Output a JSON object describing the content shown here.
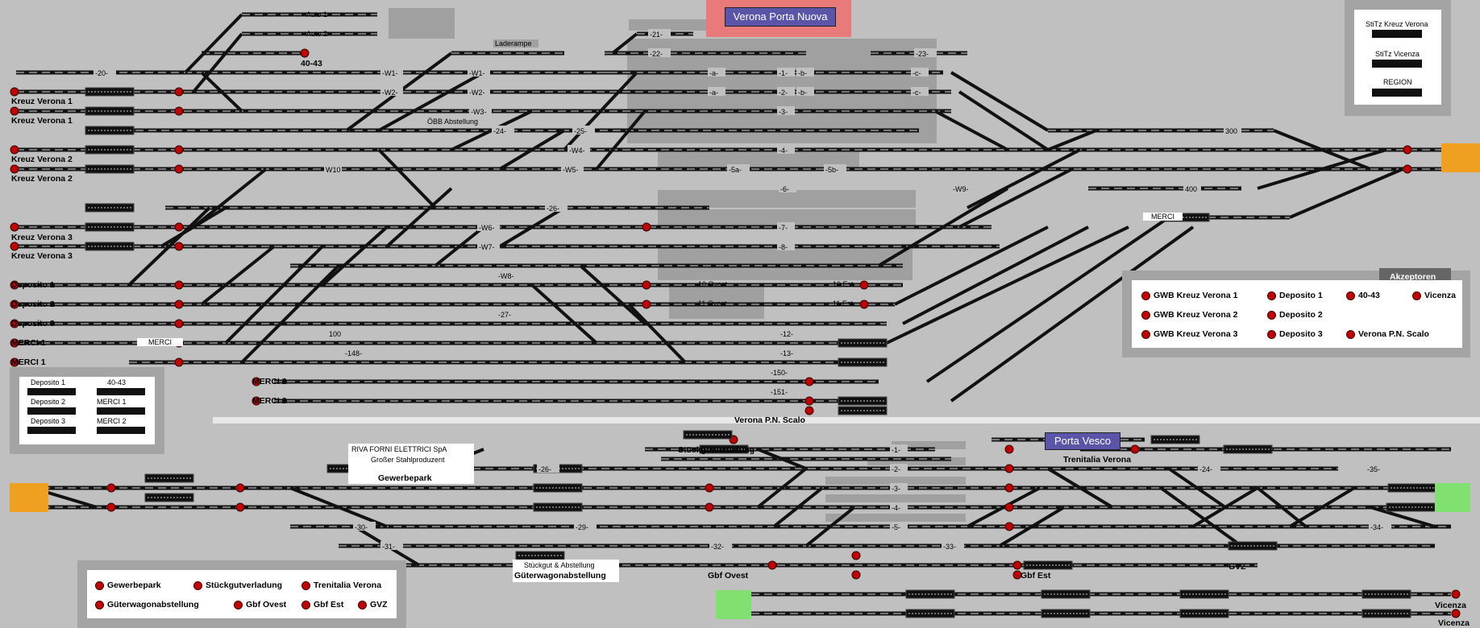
{
  "colors": {
    "background": "#c0c0c0",
    "track": "#111111",
    "signal": "#c00000",
    "station_title_bg": "#5a55a8",
    "station_title_border": "#e87a7a",
    "boundary_left": "#f0a020",
    "boundary_right": "#80e070",
    "panel": "#a4a4a4",
    "platform": "#a0a0a0"
  },
  "stations": {
    "main_title": "Verona Porta Nuova",
    "second_title": "Porta Vesco",
    "scalo_label": "Verona P.N. Scalo"
  },
  "side_labels_left": [
    "Kreuz Verona 1",
    "Kreuz Verona 1",
    "Kreuz Verona 2",
    "Kreuz Verona 2",
    "Kreuz Verona 3",
    "Kreuz Verona 3",
    "Deposito 1",
    "Deposito 2",
    "Deposito 3",
    "MERCI 1",
    "MERCI 1",
    "MERCI 2",
    "MERCI 2"
  ],
  "track_labels": {
    "auto1": "Auto 1",
    "auto2": "Auto 2",
    "t4043": "40-43",
    "laderampe": "Laderampe",
    "obb": "ÖBB Abstellung",
    "merci_inline": "MERCI",
    "merci_right": "MERCI",
    "riva_line1": "RIVA FORNI ELETTRICI SpA",
    "riva_line2": "Großer Stahlproduzent",
    "gewerbepark": "Gewerbepark",
    "stueckgut": "Stückgutverladung",
    "trenitalia": "Trenitalia Verona",
    "stueckgut_abst1": "Stückgut & Abstellung",
    "gueterwagon": "Güterwagonabstellung",
    "gbf_ovest": "Gbf Ovest",
    "gbf_est": "Gbf Est",
    "gvz": "GVZ",
    "vicenza1": "Vicenza",
    "vicenza2": "Vicenza",
    "ovest10": "10 Ovest",
    "est10": "10 Est",
    "ovest11": "11 Ovest",
    "est11": "11 Est"
  },
  "track_numbers_top": [
    "-20-",
    "-W1-",
    "-W1-",
    "-W2-",
    "-W2-",
    "-W3-",
    "-a-",
    "-1-",
    "-b-",
    "-c-",
    "-a-",
    "-2-",
    "-b-",
    "-c-",
    "-3-",
    "-21-",
    "-22-",
    "-23-",
    "-24-",
    "-25-",
    "-W4-",
    "-4-",
    "-W5-",
    "-5a-",
    "-5b-",
    "-W9-",
    "W10",
    "-6-",
    "-26-",
    "-W6-",
    "-7-",
    "-W7-",
    "-8-",
    "-W8-",
    "-27-",
    "-12-",
    "-13-",
    "100",
    "-148-",
    "-150-",
    "-151-",
    "300",
    "400"
  ],
  "track_numbers_bottom": [
    "-26-",
    "-1-",
    "-2-",
    "-3-",
    "-4-",
    "-5-",
    "-24-",
    "-35-",
    "-29-",
    "-30-",
    "-31-",
    "-32-",
    "-33-",
    "-34-"
  ],
  "panel_top_right": {
    "items": [
      "StiTz Kreuz Verona",
      "StiTz Vicenza",
      "REGION"
    ]
  },
  "panel_left_counters": {
    "items": [
      "Deposito 1",
      "40-43",
      "Deposito 2",
      "MERCI 1",
      "Deposito 3",
      "MERCI 2"
    ]
  },
  "akzeptoren": {
    "title": "Akzeptoren",
    "items": [
      "GWB Kreuz Verona 1",
      "Deposito 1",
      "40-43",
      "Vicenza",
      "GWB Kreuz Verona 2",
      "Deposito 2",
      "GWB Kreuz Verona 3",
      "Deposito 3",
      "Verona P.N. Scalo"
    ]
  },
  "legend_bottom": {
    "items": [
      "Gewerbepark",
      "Stückgutverladung",
      "Trenitalia Verona",
      "Güterwagonabstellung",
      "Gbf Ovest",
      "Gbf Est",
      "GVZ"
    ]
  }
}
